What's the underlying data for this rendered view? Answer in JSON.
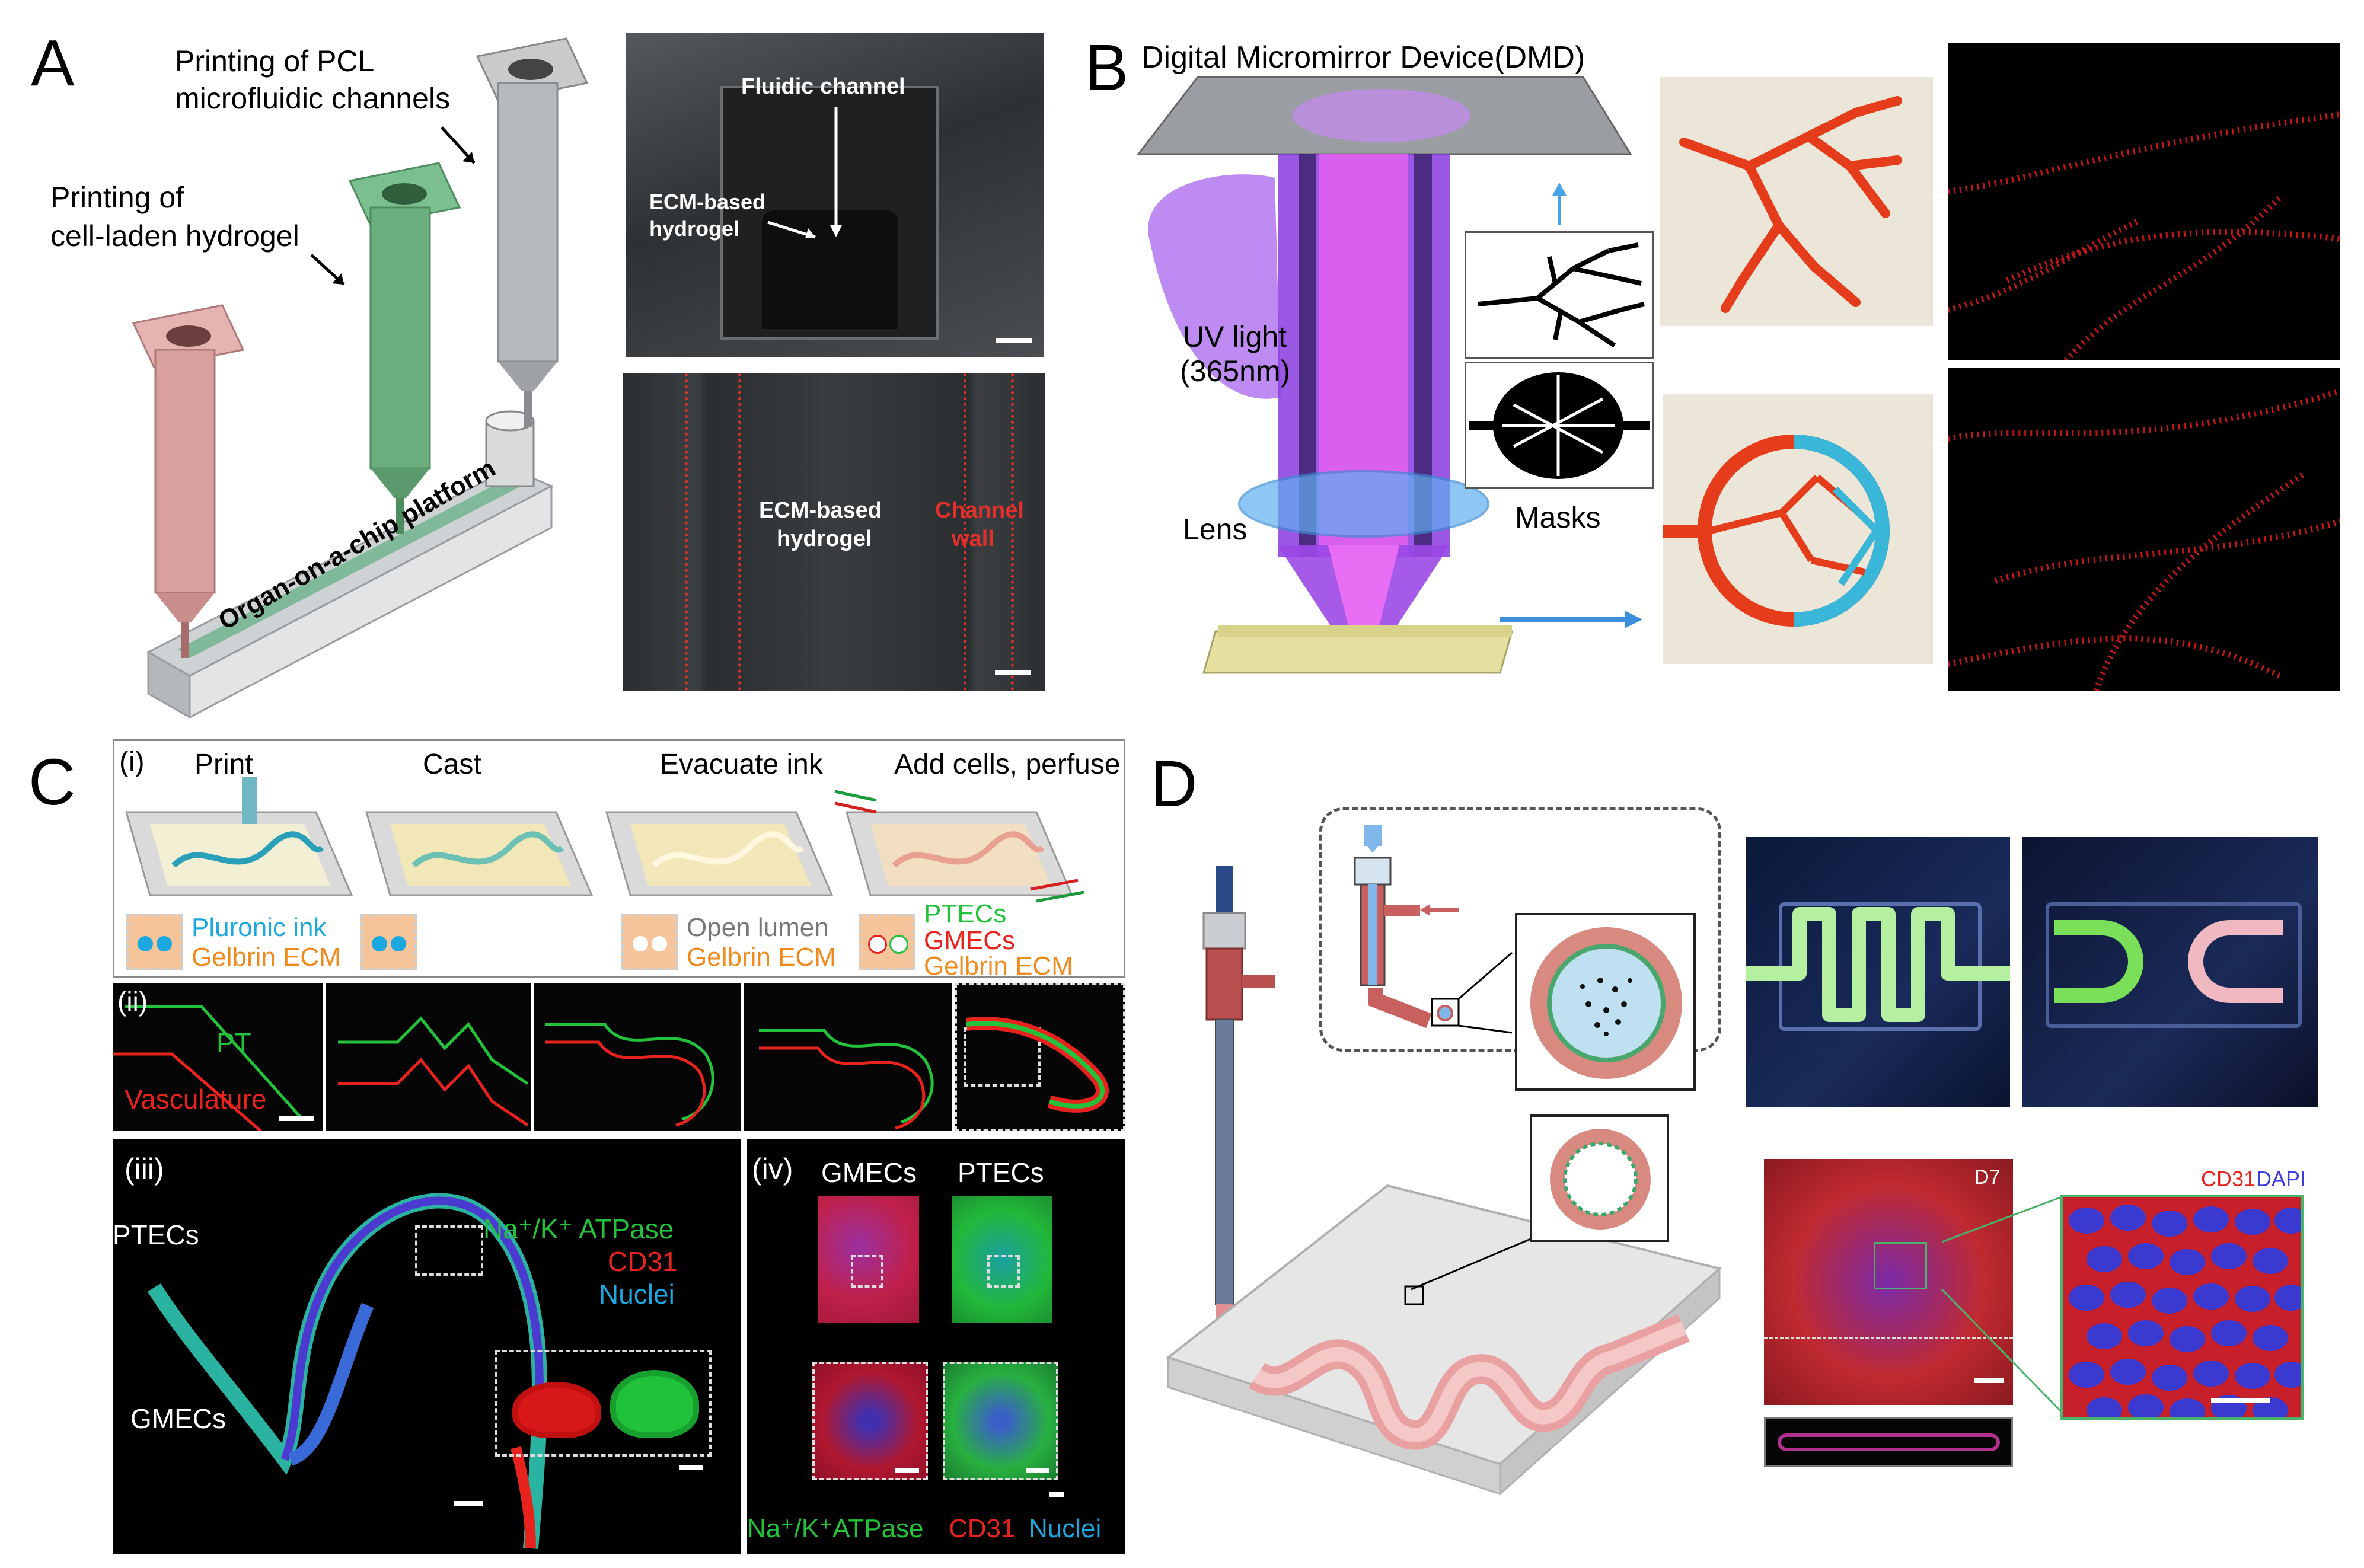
{
  "panel_labels": [
    "A",
    "B",
    "C",
    "D"
  ],
  "A": {
    "label_pcl": [
      "Printing of PCL",
      "microfluidic channels"
    ],
    "label_hydrogel": [
      "Printing of",
      "cell-laden hydrogel"
    ],
    "platform": "Organ-on-a-chip platform",
    "sem_top": {
      "channel": "Fluidic channel",
      "hydrogel": [
        "ECM-based",
        "hydrogel"
      ]
    },
    "sem_bottom": {
      "hydrogel": [
        "ECM-based",
        "hydrogel"
      ],
      "wall": [
        "Channel",
        "wall"
      ]
    }
  },
  "B": {
    "dmd": "Digital Micromirror Device(DMD)",
    "uv": [
      "UV light",
      "(365nm)"
    ],
    "lens": "Lens",
    "masks": "Masks"
  },
  "C": {
    "i": {
      "tag": "(i)",
      "steps": [
        "Print",
        "Cast",
        "Evacuate ink",
        "Add cells, perfuse"
      ],
      "legend1": [
        "Pluronic ink",
        "Gelbrin ECM"
      ],
      "legend2": [
        "Open lumen",
        "Gelbrin ECM"
      ],
      "legend3": [
        "PTECs",
        "GMECs",
        "Gelbrin ECM"
      ]
    },
    "ii": {
      "tag": "(ii)",
      "pt": "PT",
      "vasc": "Vasculature"
    },
    "iii": {
      "tag": "(iii)",
      "ptecs": "PTECs",
      "gmecs": "GMECs",
      "atpase": "Na⁺/K⁺ ATPase",
      "cd31": "CD31",
      "nuclei": "Nuclei"
    },
    "iv": {
      "tag": "(iv)",
      "gmecs": "GMECs",
      "ptecs": "PTECs",
      "atpase": "Na⁺/K⁺ATPase",
      "cd31": "CD31",
      "nuclei": "Nuclei"
    }
  },
  "D": {
    "d7": "D7",
    "cd31": "CD31",
    "dapi": "DAPI"
  },
  "colors": {
    "pluronic": "#1ba8e0",
    "gelbrin": "#f08a1c",
    "ptecs": "#22c23a",
    "gmecs": "#e8221c",
    "channel_wall": "#e0302a",
    "purple_beam": "#a64dff",
    "dapi": "#3d3ddb"
  }
}
